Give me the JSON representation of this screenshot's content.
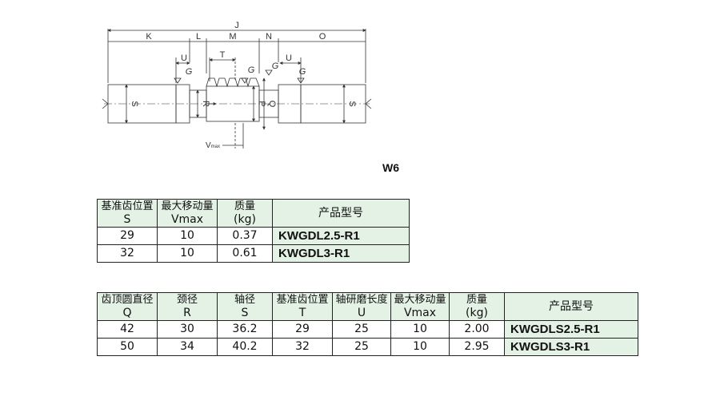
{
  "drawing": {
    "dims": {
      "J": "J",
      "K": "K",
      "L": "L",
      "M": "M",
      "N": "N",
      "O": "O",
      "T": "T",
      "U_left": "U",
      "U_right": "U",
      "G1": "G",
      "G2": "G",
      "G3": "G",
      "G4": "G",
      "S_left": "S",
      "S_right": "S",
      "R": "R",
      "P": "P",
      "Q": "Q",
      "Vmax_main": "V",
      "Vmax_sub": "max"
    }
  },
  "figure_label": "W6",
  "table1": {
    "headers": [
      {
        "line1": "基准齿位置",
        "line2": "S"
      },
      {
        "line1": "最大移动量",
        "line2": "Vmax"
      },
      {
        "line1": "质量",
        "line2": "(kg)"
      }
    ],
    "model_header": "产品型号",
    "rows": [
      {
        "c1": "29",
        "c2": "10",
        "c3": "0.37",
        "model": "KWGDL2.5-R1"
      },
      {
        "c1": "32",
        "c2": "10",
        "c3": "0.61",
        "model": "KWGDL3-R1"
      }
    ]
  },
  "table2": {
    "headers": [
      {
        "line1": "齿顶圆直径",
        "line2": "Q"
      },
      {
        "line1": "颈径",
        "line2": "R"
      },
      {
        "line1": "轴径",
        "line2": "S"
      },
      {
        "line1": "基准齿位置",
        "line2": "T"
      },
      {
        "line1": "轴研磨长度",
        "line2": "U"
      },
      {
        "line1": "最大移动量",
        "line2": "Vmax"
      },
      {
        "line1": "质量",
        "line2": "(kg)"
      }
    ],
    "model_header": "产品型号",
    "rows": [
      {
        "c1": "42",
        "c2": "30",
        "c3": "36.2",
        "c4": "29",
        "c5": "25",
        "c6": "10",
        "c7": "2.00",
        "model": "KWGDLS2.5-R1"
      },
      {
        "c1": "50",
        "c2": "34",
        "c3": "40.2",
        "c4": "32",
        "c5": "25",
        "c6": "10",
        "c7": "2.95",
        "model": "KWGDLS3-R1"
      }
    ]
  }
}
